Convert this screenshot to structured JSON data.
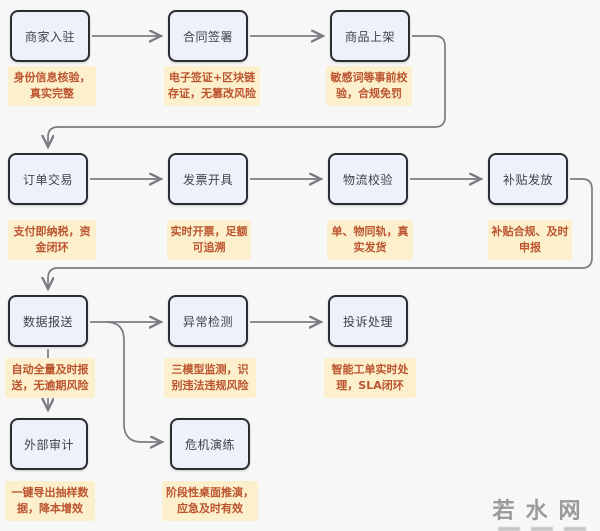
{
  "flow": {
    "nodes": [
      {
        "id": "merchant-onboarding",
        "label": "商家入驻",
        "note": "身份信息核验，\n真实完整"
      },
      {
        "id": "contract-signing",
        "label": "合同签署",
        "note": "电子签证+区块链\n存证，无篡改风险"
      },
      {
        "id": "product-listing",
        "label": "商品上架",
        "note": "敏感词等事前校\n验，合规免罚"
      },
      {
        "id": "order-transaction",
        "label": "订单交易",
        "note": "支付即纳税，资\n金闭环"
      },
      {
        "id": "invoice-issuing",
        "label": "发票开具",
        "note": "实时开票，足额\n可追溯"
      },
      {
        "id": "logistics-verification",
        "label": "物流校验",
        "note": "单、物同轨，真\n实发货"
      },
      {
        "id": "subsidy-distribution",
        "label": "补贴发放",
        "note": "补贴合规、及时\n申报"
      },
      {
        "id": "data-reporting",
        "label": "数据报送",
        "note": "自动全量及时报\n送，无逾期风险"
      },
      {
        "id": "anomaly-detection",
        "label": "异常检测",
        "note": "三模型监测，识\n别违法违规风险"
      },
      {
        "id": "complaint-handling",
        "label": "投诉处理",
        "note": "智能工单实时处\n理，SLA闭环"
      },
      {
        "id": "external-audit",
        "label": "外部审计",
        "note": "一键导出抽样数\n据，降本增效"
      },
      {
        "id": "crisis-drill",
        "label": "危机演练",
        "note": "阶段性桌面推演，\n应急及时有效"
      }
    ],
    "edges": [
      {
        "from": "商家入驻",
        "to": "合同签署"
      },
      {
        "from": "合同签署",
        "to": "商品上架"
      },
      {
        "from": "商品上架",
        "to": "订单交易"
      },
      {
        "from": "订单交易",
        "to": "发票开具"
      },
      {
        "from": "发票开具",
        "to": "物流校验"
      },
      {
        "from": "物流校验",
        "to": "补贴发放"
      },
      {
        "from": "补贴发放",
        "to": "数据报送"
      },
      {
        "from": "数据报送",
        "to": "异常检测"
      },
      {
        "from": "异常检测",
        "to": "投诉处理"
      },
      {
        "from": "数据报送",
        "to": "外部审计"
      },
      {
        "from": "数据报送",
        "to": "危机演练"
      }
    ]
  },
  "watermark": {
    "text": "若水网"
  },
  "colors": {
    "background": "#f7f7f8",
    "node_fill": "#edf1f9",
    "node_border": "#2b2d33",
    "node_text": "#3d424b",
    "note_bg": "#fbf0cb",
    "note_text": "#bc5430",
    "connector": "#7b7c82",
    "watermark": "#9a9a9a"
  }
}
